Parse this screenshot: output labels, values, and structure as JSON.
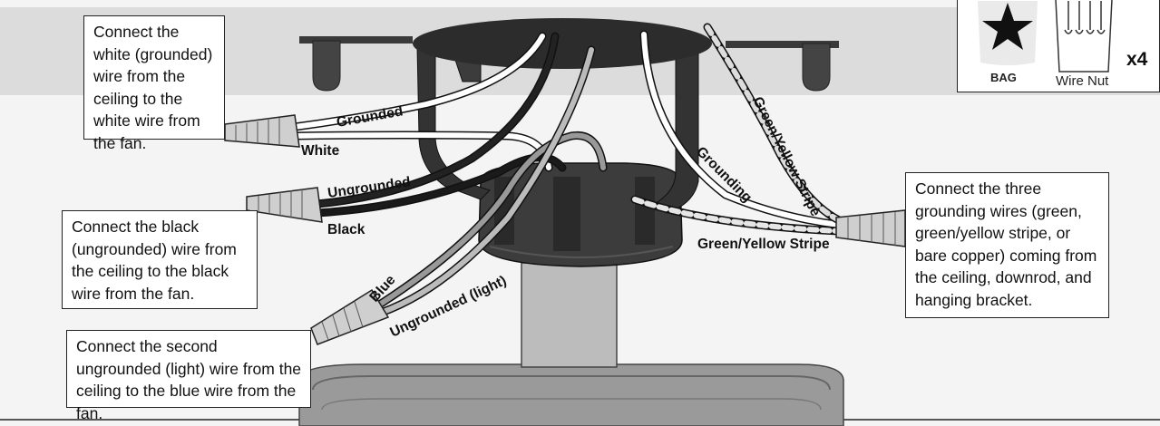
{
  "callouts": {
    "white": "Connect the white (grounded) wire from the ceiling to the white wire from the fan.",
    "black": "Connect the black (ungrounded) wire from the ceiling to the black wire from the fan.",
    "blue": "Connect the second ungrounded (light) wire from the ceiling to the blue wire from the fan.",
    "ground": "Connect the three grounding wires (green, green/yellow stripe, or bare copper) coming from the ceiling, downrod, and hanging bracket."
  },
  "wire_labels": {
    "grounded": "Grounded",
    "white": "White",
    "ungrounded": "Ungrounded",
    "black": "Black",
    "blue": "Blue",
    "ungrounded_light": "Ungrounded (light)",
    "grounding": "Grounding",
    "green_yellow_stripe_upper": "Green/Yellow Stripe",
    "green_yellow_stripe_lower": "Green/Yellow Stripe"
  },
  "parts": {
    "bag_label": "BAG",
    "wire_nut_label": "Wire Nut",
    "quantity": "x4",
    "bag_icon": "star-icon",
    "nut_icon": "wire-nut-icon"
  },
  "colors": {
    "ceiling_band": "#dcdcdc",
    "background": "#f4f4f4",
    "canopy": "#2c2c2c",
    "bracket": "#3a3a3a"
  }
}
